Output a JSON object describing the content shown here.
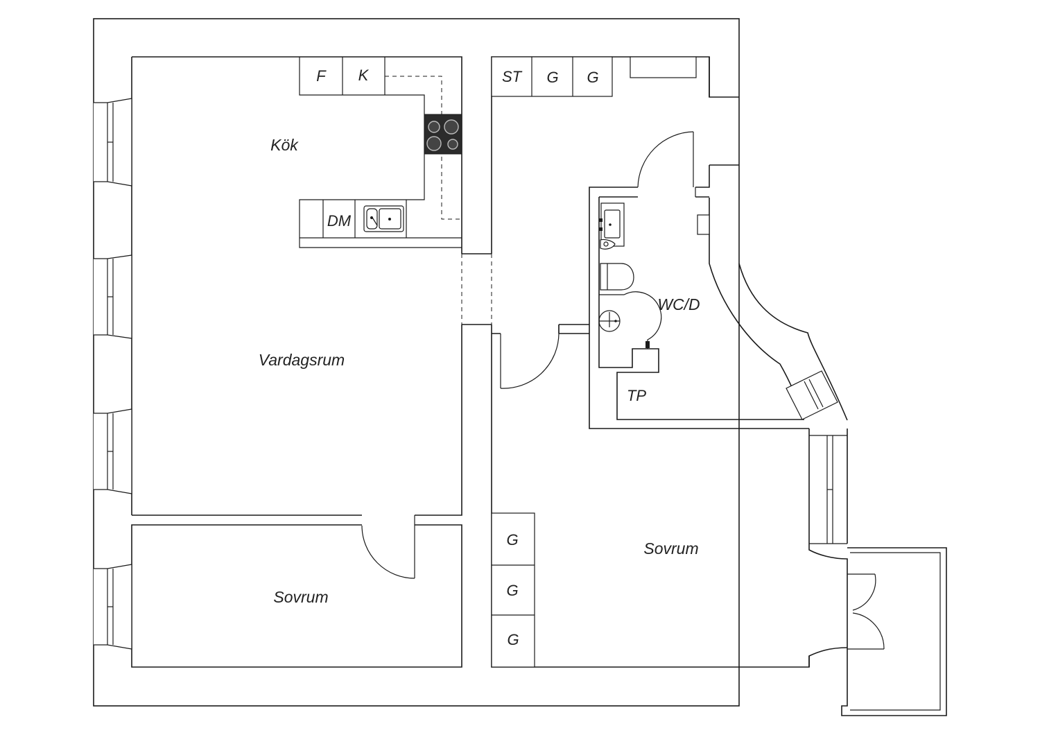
{
  "rooms": {
    "kitchen": "Kök",
    "living_room": "Vardagsrum",
    "bedroom_left": "Sovrum",
    "bedroom_right": "Sovrum",
    "bathroom": "WC/D"
  },
  "fixtures": {
    "fridge": "F",
    "freezer": "K",
    "dishwasher": "DM",
    "storage": "ST",
    "wardrobe_hall_1": "G",
    "wardrobe_hall_2": "G",
    "wardrobe_bed_1": "G",
    "wardrobe_bed_2": "G",
    "wardrobe_bed_3": "G",
    "washer_dryer": "TP"
  },
  "icons": [
    "stove-icon",
    "sink-icon",
    "washbasin-icon",
    "toilet-icon",
    "shower-icon"
  ]
}
